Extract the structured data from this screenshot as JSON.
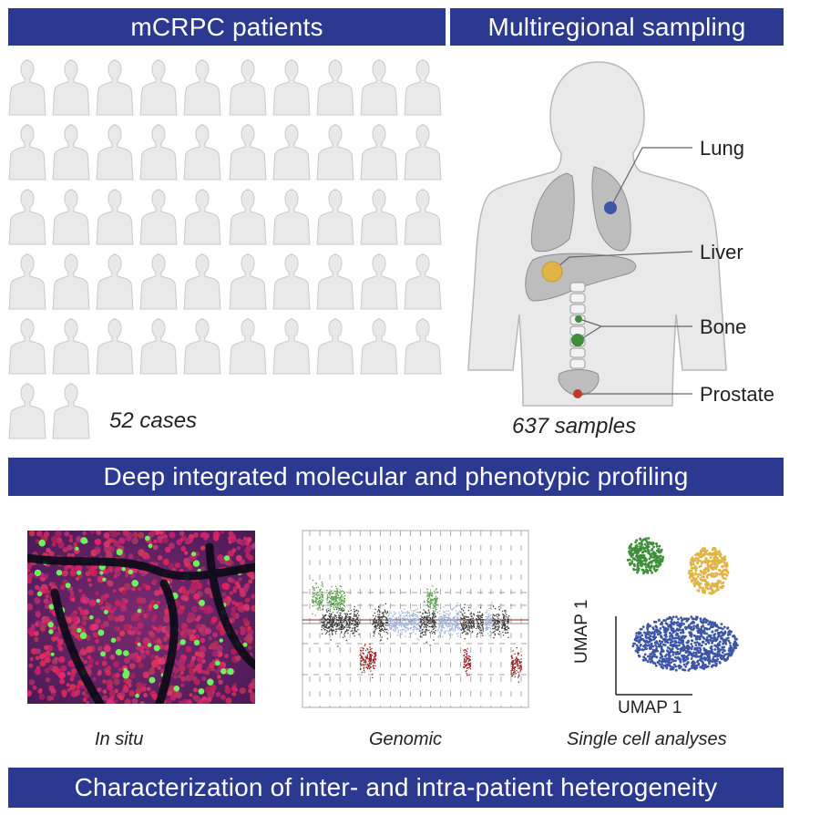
{
  "headers": {
    "patients": "mCRPC patients",
    "sampling": "Multiregional sampling",
    "profiling": "Deep integrated molecular and phenotypic profiling",
    "conclusion": "Characterization of inter- and intra-patient heterogeneity"
  },
  "patients": {
    "count": 52,
    "caption": "52 cases"
  },
  "sampling": {
    "caption": "637 samples",
    "sites": [
      {
        "name": "Lung",
        "color": "#3d55a5"
      },
      {
        "name": "Liver",
        "color": "#e0b444"
      },
      {
        "name": "Bone",
        "color": "#3f8f3a"
      },
      {
        "name": "Prostate",
        "color": "#c0392b"
      }
    ]
  },
  "panels": {
    "insitu": "In situ",
    "genomic": "Genomic",
    "singlecell": "Single cell analyses",
    "umap_x": "UMAP 1",
    "umap_y": "UMAP 1"
  },
  "colors": {
    "banner": "#2b3990",
    "silhouette": "#e9e9e9",
    "gain": "#5aa24a",
    "loss": "#9b1b1b",
    "neutral": "#3a3a3a",
    "neutral_alt": "#9db3dc"
  }
}
